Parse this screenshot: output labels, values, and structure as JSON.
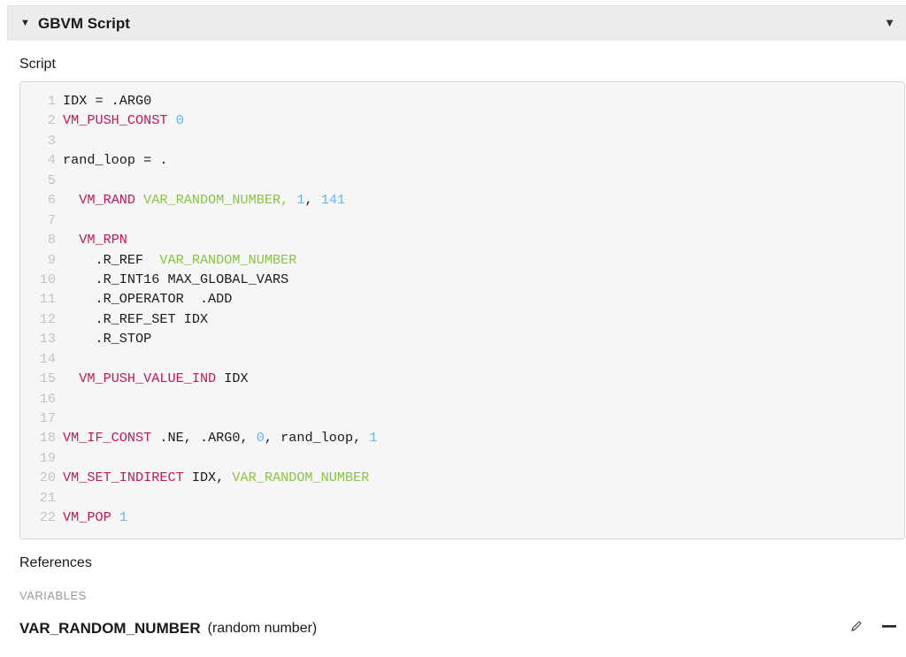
{
  "section": {
    "title": "GBVM Script",
    "caret_icon": "triangle-down-icon",
    "collapse_icon": "triangle-down-icon"
  },
  "script_label": "Script",
  "code_lines": [
    {
      "n": "1",
      "tokens": [
        {
          "t": "txt",
          "v": "IDX = .ARG0"
        }
      ]
    },
    {
      "n": "2",
      "tokens": [
        {
          "t": "kw",
          "v": "VM_PUSH_CONST"
        },
        {
          "t": "txt",
          "v": " "
        },
        {
          "t": "num",
          "v": "0"
        }
      ]
    },
    {
      "n": "3",
      "tokens": []
    },
    {
      "n": "4",
      "tokens": [
        {
          "t": "txt",
          "v": "rand_loop = ."
        }
      ]
    },
    {
      "n": "5",
      "tokens": []
    },
    {
      "n": "6",
      "tokens": [
        {
          "t": "txt",
          "v": "  "
        },
        {
          "t": "kw",
          "v": "VM_RAND"
        },
        {
          "t": "txt",
          "v": " "
        },
        {
          "t": "var",
          "v": "VAR_RANDOM_NUMBER,"
        },
        {
          "t": "txt",
          "v": " "
        },
        {
          "t": "num",
          "v": "1"
        },
        {
          "t": "txt",
          "v": ", "
        },
        {
          "t": "num",
          "v": "141"
        }
      ]
    },
    {
      "n": "7",
      "tokens": []
    },
    {
      "n": "8",
      "tokens": [
        {
          "t": "txt",
          "v": "  "
        },
        {
          "t": "kw",
          "v": "VM_RPN"
        }
      ]
    },
    {
      "n": "9",
      "tokens": [
        {
          "t": "txt",
          "v": "    .R_REF  "
        },
        {
          "t": "var",
          "v": "VAR_RANDOM_NUMBER"
        }
      ]
    },
    {
      "n": "10",
      "tokens": [
        {
          "t": "txt",
          "v": "    .R_INT16 MAX_GLOBAL_VARS"
        }
      ]
    },
    {
      "n": "11",
      "tokens": [
        {
          "t": "txt",
          "v": "    .R_OPERATOR  .ADD"
        }
      ]
    },
    {
      "n": "12",
      "tokens": [
        {
          "t": "txt",
          "v": "    .R_REF_SET IDX"
        }
      ]
    },
    {
      "n": "13",
      "tokens": [
        {
          "t": "txt",
          "v": "    .R_STOP"
        }
      ]
    },
    {
      "n": "14",
      "tokens": []
    },
    {
      "n": "15",
      "tokens": [
        {
          "t": "txt",
          "v": "  "
        },
        {
          "t": "kw",
          "v": "VM_PUSH_VALUE_IND"
        },
        {
          "t": "txt",
          "v": " IDX"
        }
      ]
    },
    {
      "n": "16",
      "tokens": []
    },
    {
      "n": "17",
      "tokens": []
    },
    {
      "n": "18",
      "tokens": [
        {
          "t": "kw",
          "v": "VM_IF_CONST"
        },
        {
          "t": "txt",
          "v": " .NE, .ARG0, "
        },
        {
          "t": "num",
          "v": "0"
        },
        {
          "t": "txt",
          "v": ", rand_loop, "
        },
        {
          "t": "num",
          "v": "1"
        }
      ]
    },
    {
      "n": "19",
      "tokens": []
    },
    {
      "n": "20",
      "tokens": [
        {
          "t": "kw",
          "v": "VM_SET_INDIRECT"
        },
        {
          "t": "txt",
          "v": " IDX, "
        },
        {
          "t": "var",
          "v": "VAR_RANDOM_NUMBER"
        }
      ]
    },
    {
      "n": "21",
      "tokens": []
    },
    {
      "n": "22",
      "tokens": [
        {
          "t": "kw",
          "v": "VM_POP"
        },
        {
          "t": "txt",
          "v": " "
        },
        {
          "t": "num",
          "v": "1"
        }
      ]
    }
  ],
  "references": {
    "label": "References",
    "group_heading": "VARIABLES",
    "items": [
      {
        "name": "VAR_RANDOM_NUMBER",
        "description": "(random number)",
        "edit_icon": "pencil-icon",
        "remove_icon": "minus-icon"
      }
    ]
  },
  "colors": {
    "keyword": "#c2185b",
    "variable": "#8bc34a",
    "number": "#64b5f6",
    "line_number": "#c3c3c3",
    "header_bg": "#ececec",
    "editor_bg": "#f6f6f6"
  }
}
